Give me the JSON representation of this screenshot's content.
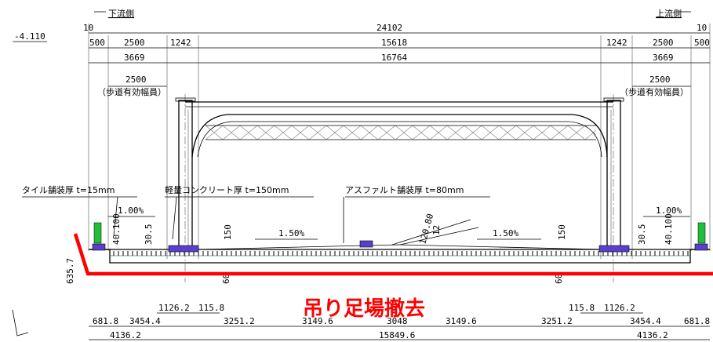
{
  "sides": {
    "downstream": "下流側",
    "upstream": "上流側"
  },
  "elevation": "-4.110",
  "dims": {
    "total": "24102",
    "edge_left": "10",
    "edge_right": "10",
    "tier1": [
      "500",
      "2500",
      "1242",
      "15618",
      "1242",
      "2500",
      "500"
    ],
    "tier2": [
      "3669",
      "16764",
      "3669"
    ],
    "sidewalk_width": "2500",
    "sidewalk_note": "（歩道有効幅員）",
    "bottom_row1": [
      "1126.2",
      "115.8",
      "115.8",
      "1126.2"
    ],
    "bottom_row2": [
      "681.8",
      "3454.4",
      "3251.2",
      "3149.6",
      "3048",
      "3149.6",
      "3251.2",
      "3454.4",
      "681.8"
    ],
    "bottom_row3": [
      "4136.2",
      "15849.6",
      "4136.2"
    ],
    "height_left": "635.7"
  },
  "notes": {
    "tile": "タイル舗装厚 t=15mm",
    "lightweight": "軽量コンクリート厚 t=150mm",
    "asphalt": "アスファルト舗装厚 t=80mm"
  },
  "slopes": {
    "sidewalk": "1.00%",
    "carriageway": "1.50%"
  },
  "small_dims": {
    "curb_left": [
      "40.100",
      "30.5"
    ],
    "curb_right": [
      "30.5",
      "40.100"
    ],
    "haunch": "150",
    "web": "60",
    "crown": [
      "120.80",
      "12"
    ]
  },
  "banner": "吊り足場撤去",
  "colors": {
    "accent": "#ff0000",
    "bearing": "#5a3fcf",
    "rail": "#1fbf3a"
  }
}
